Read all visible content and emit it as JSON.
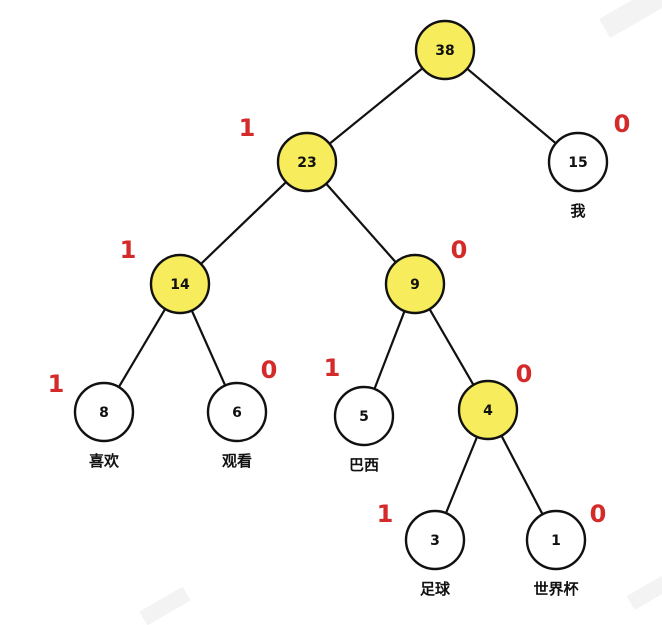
{
  "tree": {
    "colors": {
      "internal_fill": "#f7ec5c",
      "leaf_fill": "#ffffff",
      "stroke": "#111111",
      "code": "#d42a2a"
    },
    "nodes": {
      "root": {
        "value": "38",
        "type": "internal"
      },
      "n23": {
        "value": "23",
        "type": "internal",
        "code": "1"
      },
      "n15": {
        "value": "15",
        "type": "leaf",
        "code": "0",
        "label": "我"
      },
      "n14": {
        "value": "14",
        "type": "internal",
        "code": "1"
      },
      "n9": {
        "value": "9",
        "type": "internal",
        "code": "0"
      },
      "n8": {
        "value": "8",
        "type": "leaf",
        "code": "1",
        "label": "喜欢"
      },
      "n6": {
        "value": "6",
        "type": "leaf",
        "code": "0",
        "label": "观看"
      },
      "n5": {
        "value": "5",
        "type": "leaf",
        "code": "1",
        "label": "巴西"
      },
      "n4": {
        "value": "4",
        "type": "internal",
        "code": "0"
      },
      "n3": {
        "value": "3",
        "type": "leaf",
        "code": "1",
        "label": "足球"
      },
      "n1": {
        "value": "1",
        "type": "leaf",
        "code": "0",
        "label": "世界杯"
      }
    },
    "edges": [
      [
        "root",
        "n23"
      ],
      [
        "root",
        "n15"
      ],
      [
        "n23",
        "n14"
      ],
      [
        "n23",
        "n9"
      ],
      [
        "n14",
        "n8"
      ],
      [
        "n14",
        "n6"
      ],
      [
        "n9",
        "n5"
      ],
      [
        "n9",
        "n4"
      ],
      [
        "n4",
        "n3"
      ],
      [
        "n4",
        "n1"
      ]
    ]
  }
}
